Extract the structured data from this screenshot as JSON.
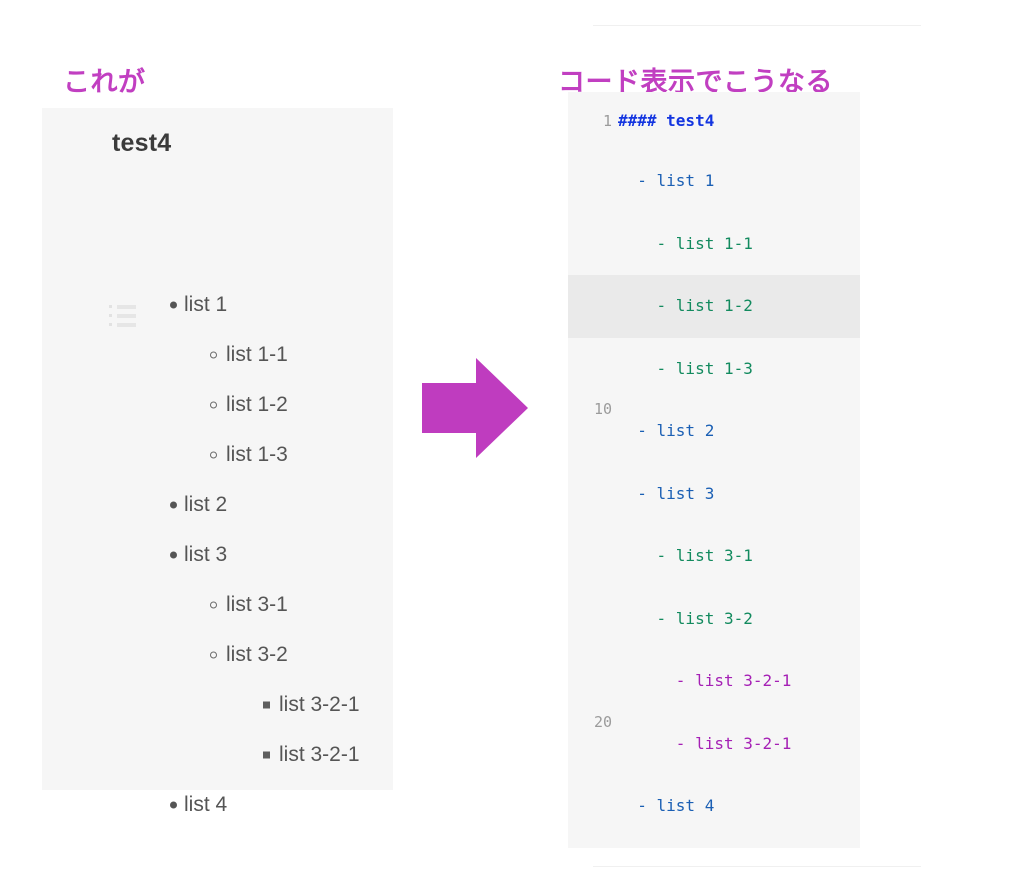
{
  "headings": {
    "left": "これが",
    "right": "コード表示でこうなる"
  },
  "colors": {
    "heading": "#c13fc1",
    "arrow": "#bf3cbf",
    "panel_bg": "#f6f6f6",
    "highlight_bg": "#eaeaea",
    "code_heading": "#1335e0",
    "code_level1": "#1a5fb4",
    "code_level2": "#128a5e",
    "code_level3": "#a520b5",
    "gutter": "#9b9b9b",
    "body_text": "#555555"
  },
  "preview": {
    "title": "test4",
    "icon": "bulleted-list-icon",
    "items": [
      {
        "level": 1,
        "bullet": "disc",
        "text": "list 1"
      },
      {
        "level": 2,
        "bullet": "circle",
        "text": "list 1-1"
      },
      {
        "level": 2,
        "bullet": "circle",
        "text": "list 1-2"
      },
      {
        "level": 2,
        "bullet": "circle",
        "text": "list 1-3"
      },
      {
        "level": 1,
        "bullet": "disc",
        "text": "list 2"
      },
      {
        "level": 1,
        "bullet": "disc",
        "text": "list 3"
      },
      {
        "level": 2,
        "bullet": "circle",
        "text": "list 3-1"
      },
      {
        "level": 2,
        "bullet": "circle",
        "text": "list 3-2"
      },
      {
        "level": 3,
        "bullet": "square",
        "text": "list 3-2-1"
      },
      {
        "level": 3,
        "bullet": "square",
        "text": "list 3-2-1"
      },
      {
        "level": 1,
        "bullet": "disc",
        "text": "list 4"
      }
    ]
  },
  "arrow": {
    "name": "right-arrow",
    "direction": "right"
  },
  "code": {
    "lines": [
      {
        "gutter": "1",
        "text": "#### test4",
        "token": "heading",
        "highlight": false
      },
      {
        "gutter": "",
        "text": "  - list 1",
        "token": "level1",
        "highlight": false
      },
      {
        "gutter": "",
        "text": "    - list 1-1",
        "token": "level2",
        "highlight": false
      },
      {
        "gutter": "",
        "text": "    - list 1-2",
        "token": "level2",
        "highlight": true
      },
      {
        "gutter": "",
        "text": "    - list 1-3",
        "token": "level2",
        "highlight": false
      },
      {
        "gutter": "10",
        "text": "  - list 2",
        "token": "level1",
        "highlight": false
      },
      {
        "gutter": "",
        "text": "  - list 3",
        "token": "level1",
        "highlight": false
      },
      {
        "gutter": "",
        "text": "    - list 3-1",
        "token": "level2",
        "highlight": false
      },
      {
        "gutter": "",
        "text": "    - list 3-2",
        "token": "level2",
        "highlight": false
      },
      {
        "gutter": "",
        "text": "      - list 3-2-1",
        "token": "level3",
        "highlight": false
      },
      {
        "gutter": "20",
        "text": "      - list 3-2-1",
        "token": "level3",
        "highlight": false
      },
      {
        "gutter": "",
        "text": "  - list 4",
        "token": "level1",
        "highlight": false
      }
    ]
  }
}
